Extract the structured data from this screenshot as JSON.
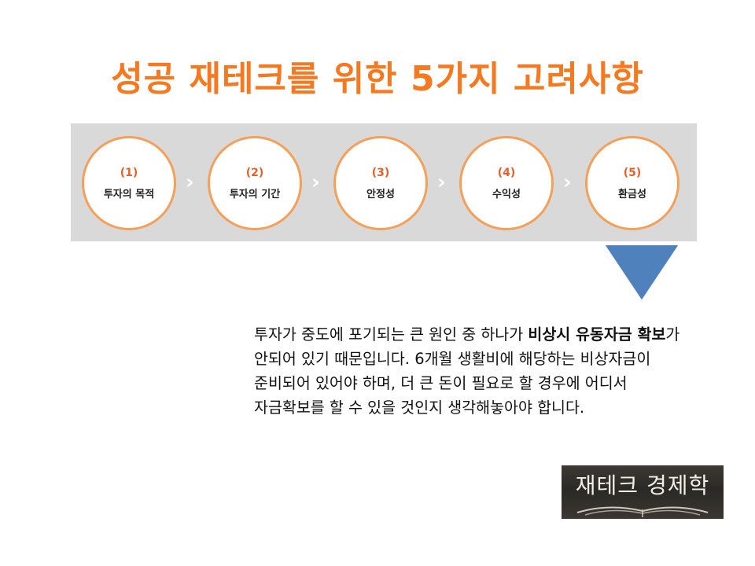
{
  "title": "성공 재테크를 위한 5가지 고려사항",
  "steps": [
    {
      "num": "(1)",
      "label": "투자의 목적"
    },
    {
      "num": "(2)",
      "label": "투자의 기간"
    },
    {
      "num": "(3)",
      "label": "안정성"
    },
    {
      "num": "(4)",
      "label": "수익성"
    },
    {
      "num": "(5)",
      "label": "환금성"
    }
  ],
  "separator": "›",
  "description": {
    "part1": "투자가 중도에 포기되는 큰 원인 중 하나가 ",
    "bold": "비상시 유동자금 확보",
    "part2": "가 안되어 있기 때문입니다. 6개월 생활비에 해당하는 비상자금이 준비되어 있어야 하며, 더 큰 돈이 필요로 할 경우에 어디서 자금확보를 할 수 있을 것인지 생각해놓아야 합니다."
  },
  "logo": {
    "text": "재테크 경제학"
  },
  "colors": {
    "title": "#f47920",
    "band": "#d9d9d9",
    "circle_border": "#f5a05a",
    "pointer": "#4f81bd"
  }
}
